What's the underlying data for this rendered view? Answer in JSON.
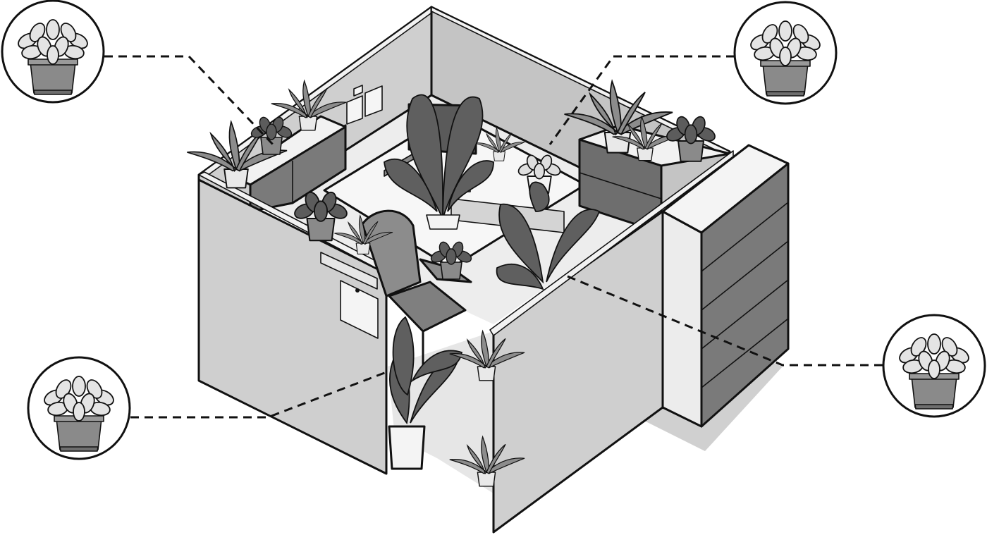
{
  "illustration": {
    "palette": {
      "background": "#ffffff",
      "outline": "#111111",
      "panel_light": "#cfcfcf",
      "panel_mid": "#a9a9a9",
      "panel_dark": "#6e6e6e",
      "panel_top": "#f2f2f2",
      "floor": "#ececec",
      "leaf_dark": "#5f5f5f",
      "leaf_light": "#d9d9d9",
      "pot": "#8a8a8a",
      "pot_white": "#f4f4f4"
    },
    "callouts": [
      {
        "id": "callout-top-left",
        "icon": "potted-plant-icon"
      },
      {
        "id": "callout-top-right",
        "icon": "potted-plant-icon"
      },
      {
        "id": "callout-bottom-left",
        "icon": "potted-plant-icon"
      },
      {
        "id": "callout-right",
        "icon": "potted-plant-icon"
      }
    ],
    "objects": [
      "cubicle-panels",
      "office-chair",
      "desk",
      "filing-cabinet",
      "bookshelf",
      "potted-plants"
    ]
  }
}
